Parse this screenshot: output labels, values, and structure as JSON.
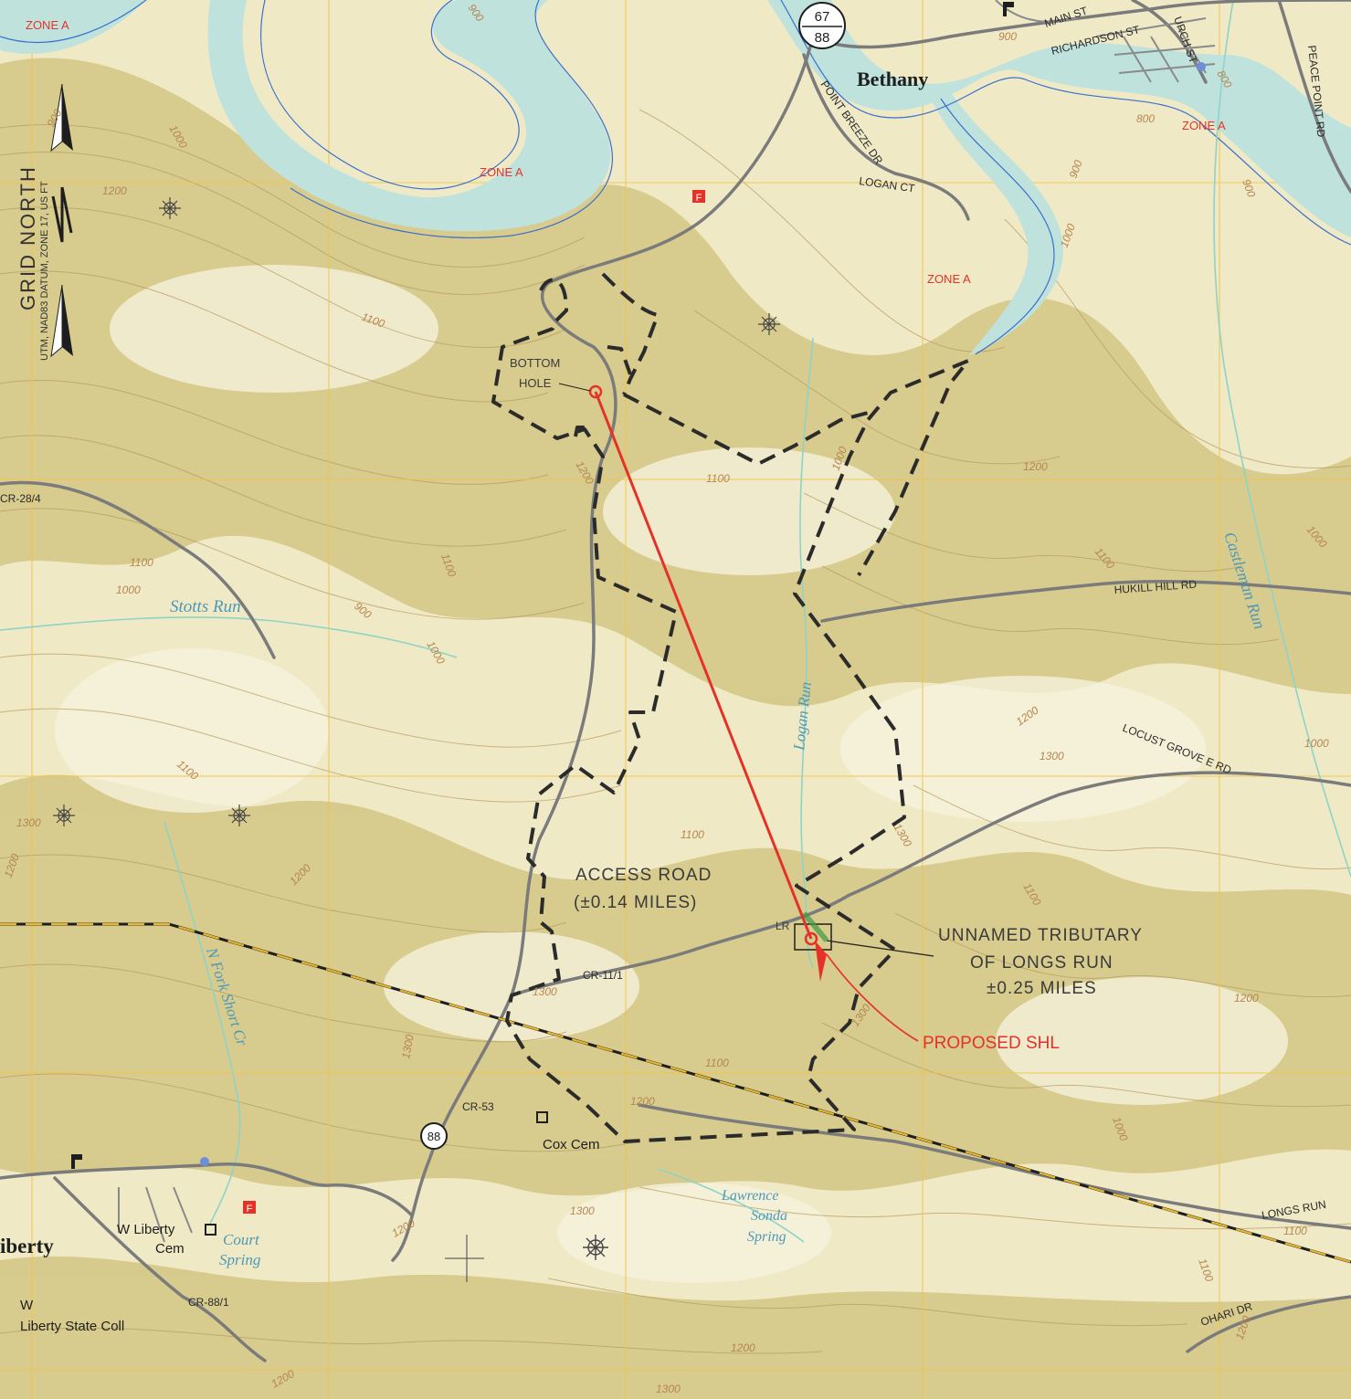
{
  "north_arrow": {
    "line1": "GRID NORTH",
    "line2": "UTM, NAD83 DATUM, ZONE 17, US FT"
  },
  "towns": {
    "bethany": "Bethany",
    "liberty": "iberty"
  },
  "highway_shields": {
    "top_line1": "67",
    "top_line2": "88",
    "bottom": "88"
  },
  "streets": {
    "main_st": "MAIN ST",
    "richardson_st": "RICHARDSON ST",
    "church_st": "URCH ST",
    "peace_point_rd": "PEACE POINT RD",
    "point_breeze_dr": "POINT BREEZE DR",
    "logan_ct": "LOGAN CT",
    "hukill_hill_rd": "HUKILL HILL RD",
    "locust_grove_rd": "LOCUST GROVE E RD",
    "longs_run_rd": "LONGS RUN",
    "ohari_dr": "OHARI DR",
    "cr_28_4": "CR-28/4",
    "cr_11_1": "CR-11/1",
    "cr_53": "CR-53",
    "cr_88_1": "CR-88/1"
  },
  "flood_zones": {
    "zone_a": "ZONE A"
  },
  "water_features": {
    "stotts_run": "Stotts Run",
    "logan_run": "Logan Run",
    "castleman_run": "Castleman Run",
    "n_fork_short_cr": "N Fork Short Cr",
    "court_spring_1": "Court",
    "court_spring_2": "Spring",
    "lawrence_1": "Lawrence",
    "lawrence_2": "Sonda",
    "lawrence_3": "Spring"
  },
  "places": {
    "cox_cem": "Cox Cem",
    "w_liberty_cem_1": "W Liberty",
    "w_liberty_cem_2": "Cem",
    "w_liberty_state_1": "W",
    "w_liberty_state_2": "Liberty State Coll"
  },
  "annotations": {
    "bottom_hole_1": "BOTTOM",
    "bottom_hole_2": "HOLE",
    "access_road_1": "ACCESS ROAD",
    "access_road_2": "(±0.14 MILES)",
    "tributary_1": "UNNAMED TRIBUTARY",
    "tributary_2": "OF LONGS RUN",
    "tributary_3": "±0.25 MILES",
    "proposed_shl": "PROPOSED SHL",
    "pad_label": "LR"
  },
  "contour_labels": {
    "c900": "900",
    "c1000": "1000",
    "c1100": "1100",
    "c1200": "1200",
    "c1300": "1300",
    "c800": "800"
  },
  "symbols": {
    "fire_station": "F"
  },
  "colors": {
    "terrain": "#efe9c6",
    "ridge": "#cdbd78",
    "contour": "#b79a5e",
    "grid": "#f2c44a",
    "water": "#bfe3dc",
    "stream": "#3a6fd0",
    "road": "#7b7b7b",
    "boundary": "#2b2b2b",
    "county_line": "#e8b72c",
    "accent_red": "#e53228"
  }
}
